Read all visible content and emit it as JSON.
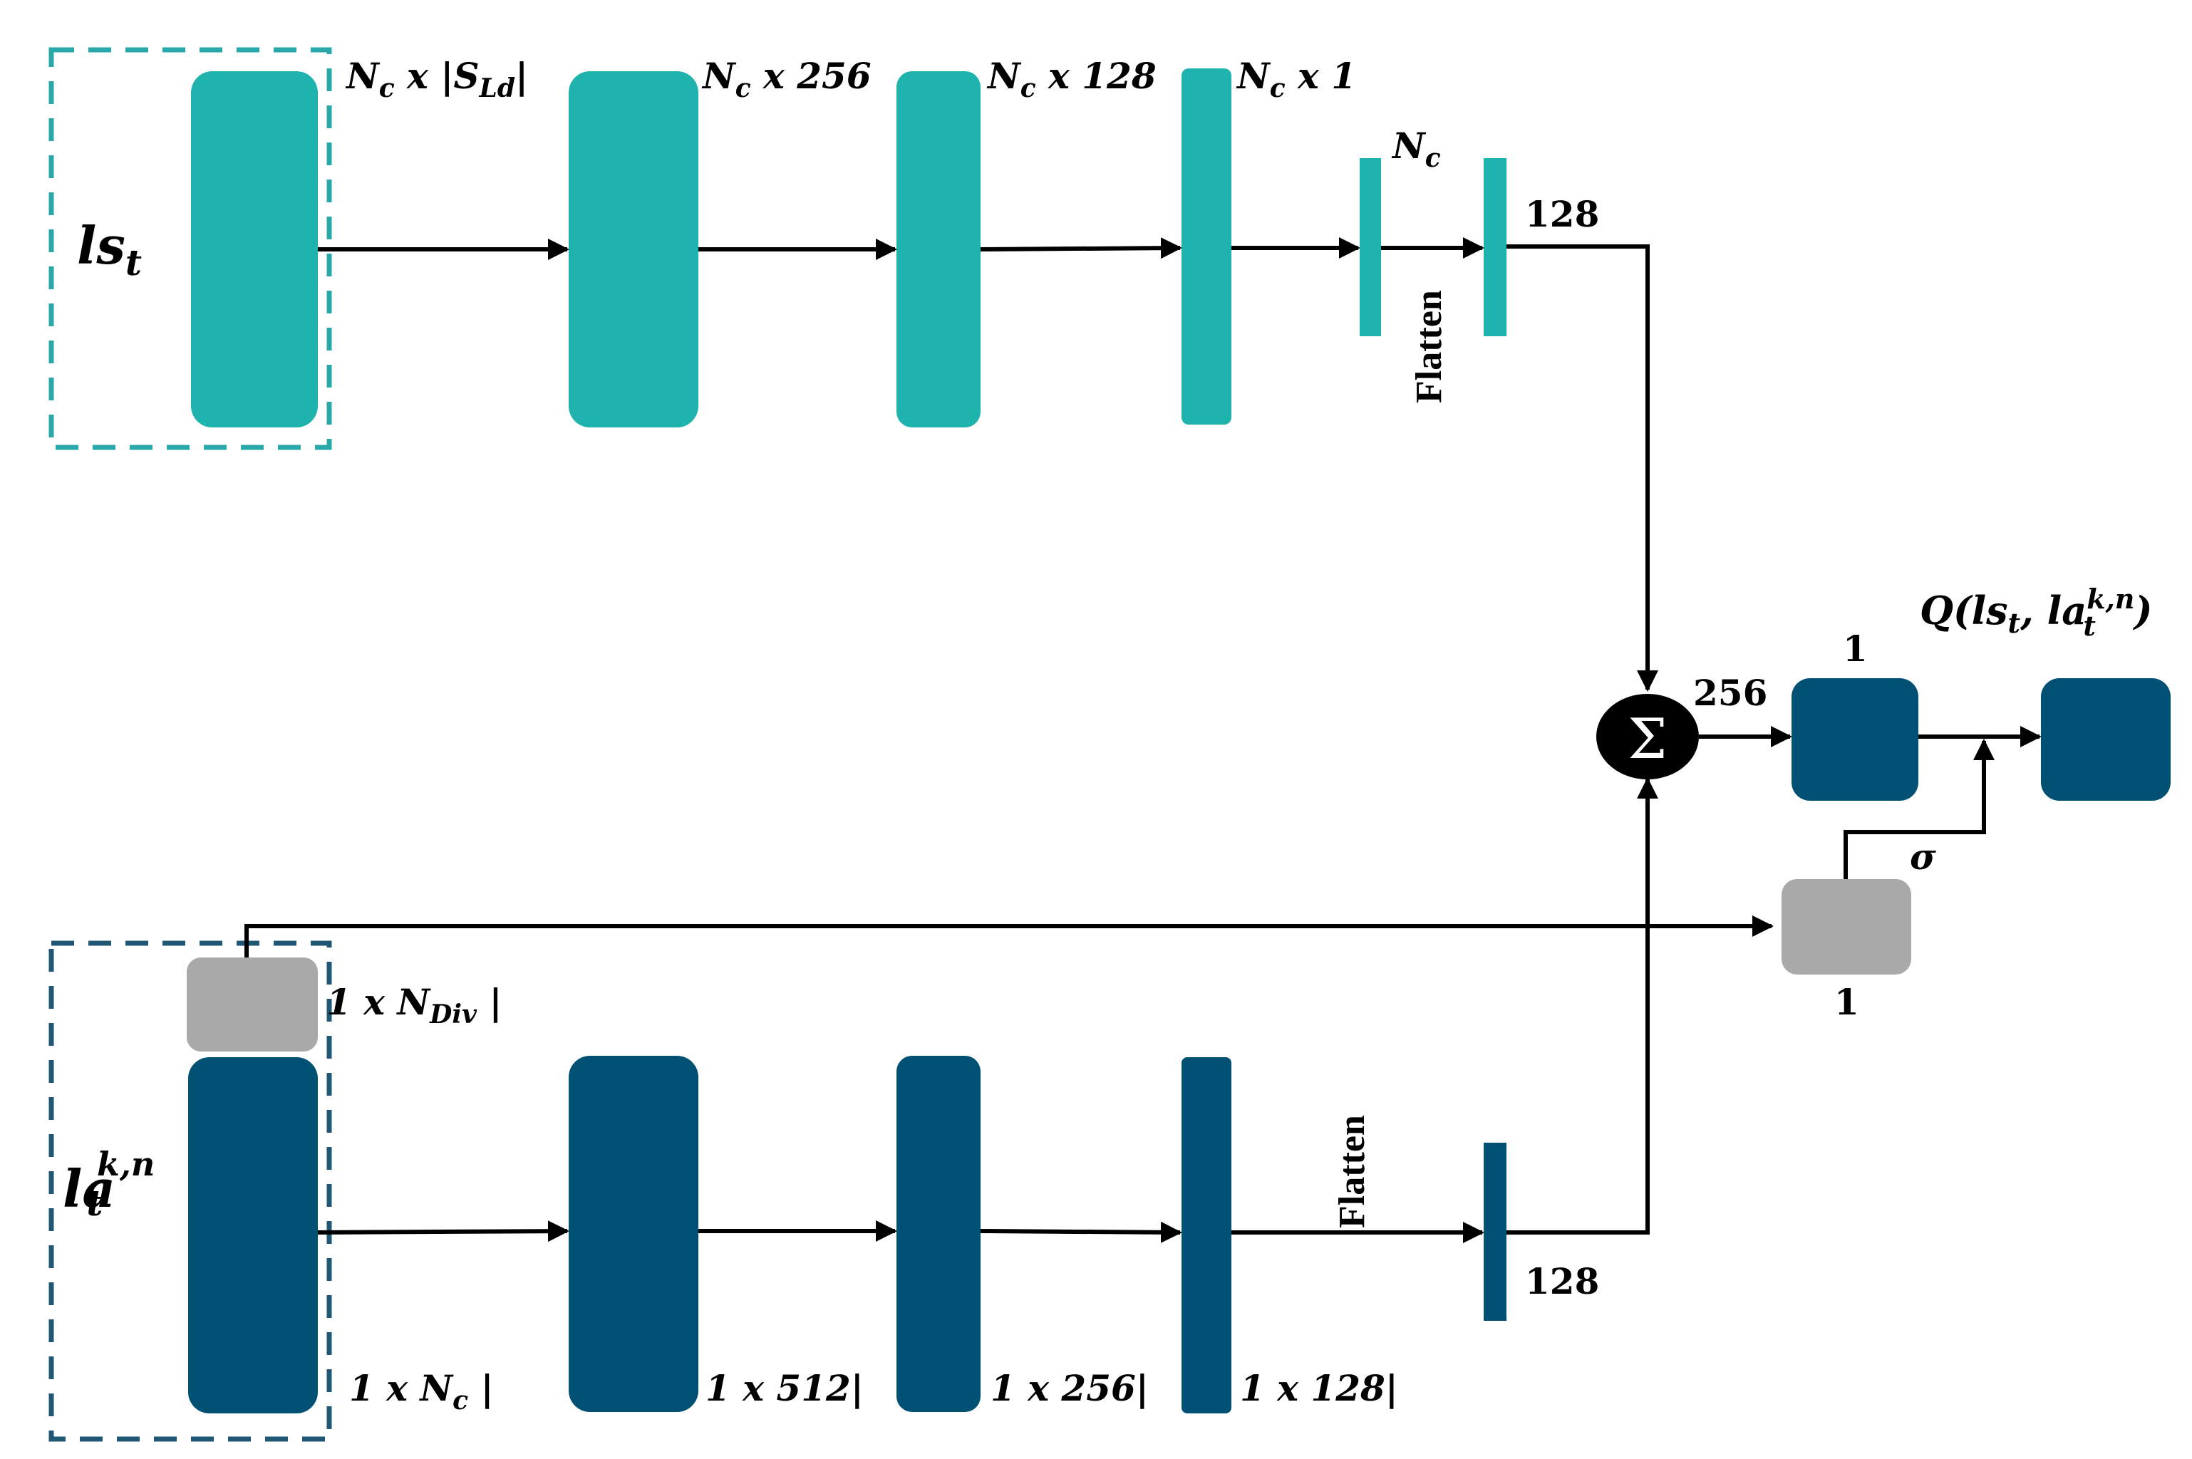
{
  "colors": {
    "teal": "#1fb3ad",
    "navy": "#005073",
    "gray": "#a9a9a9",
    "teal_dash": "#2aa7a8",
    "navy_dash": "#1f5774",
    "arrow": "#000000",
    "sum_fill": "#000000"
  },
  "state_branch": {
    "input_label_base": "ls",
    "input_label_sub": "t",
    "dims": [
      {
        "pre": "N",
        "sub": "c",
        "post": " x |S",
        "sub2": "Ld",
        "tail": "|"
      },
      {
        "pre": "N",
        "sub": "c",
        "post": " x 256"
      },
      {
        "pre": "N",
        "sub": "c",
        "post": " x 128"
      },
      {
        "pre": "N",
        "sub": "c",
        "post": " x 1"
      }
    ],
    "nc_label": {
      "pre": "N",
      "sub": "c"
    },
    "flatten_label": "Flatten",
    "out_size": "128"
  },
  "action_branch": {
    "input_label_base": "la",
    "input_label_sub": "t",
    "input_label_sup": "k,n",
    "div_dim": {
      "pre": "1 x N",
      "sub": "Div",
      "post": " |"
    },
    "dims": [
      {
        "pre": "1 x N",
        "sub": "c",
        "post": " |"
      },
      {
        "pre": "1 x 512|"
      },
      {
        "pre": "1 x 256|"
      },
      {
        "pre": "1 x 128|"
      }
    ],
    "flatten_label": "Flatten",
    "out_size": "128"
  },
  "merge": {
    "sum_symbol": "Σ",
    "sum_size": "256",
    "dense_size": "1",
    "gate_label": "σ",
    "gate_size": "1",
    "output_label": {
      "base": "Q(ls",
      "sub1": "t",
      "mid": ", la",
      "sub2": "t",
      "sup2": "k,n",
      "end": ")"
    }
  }
}
